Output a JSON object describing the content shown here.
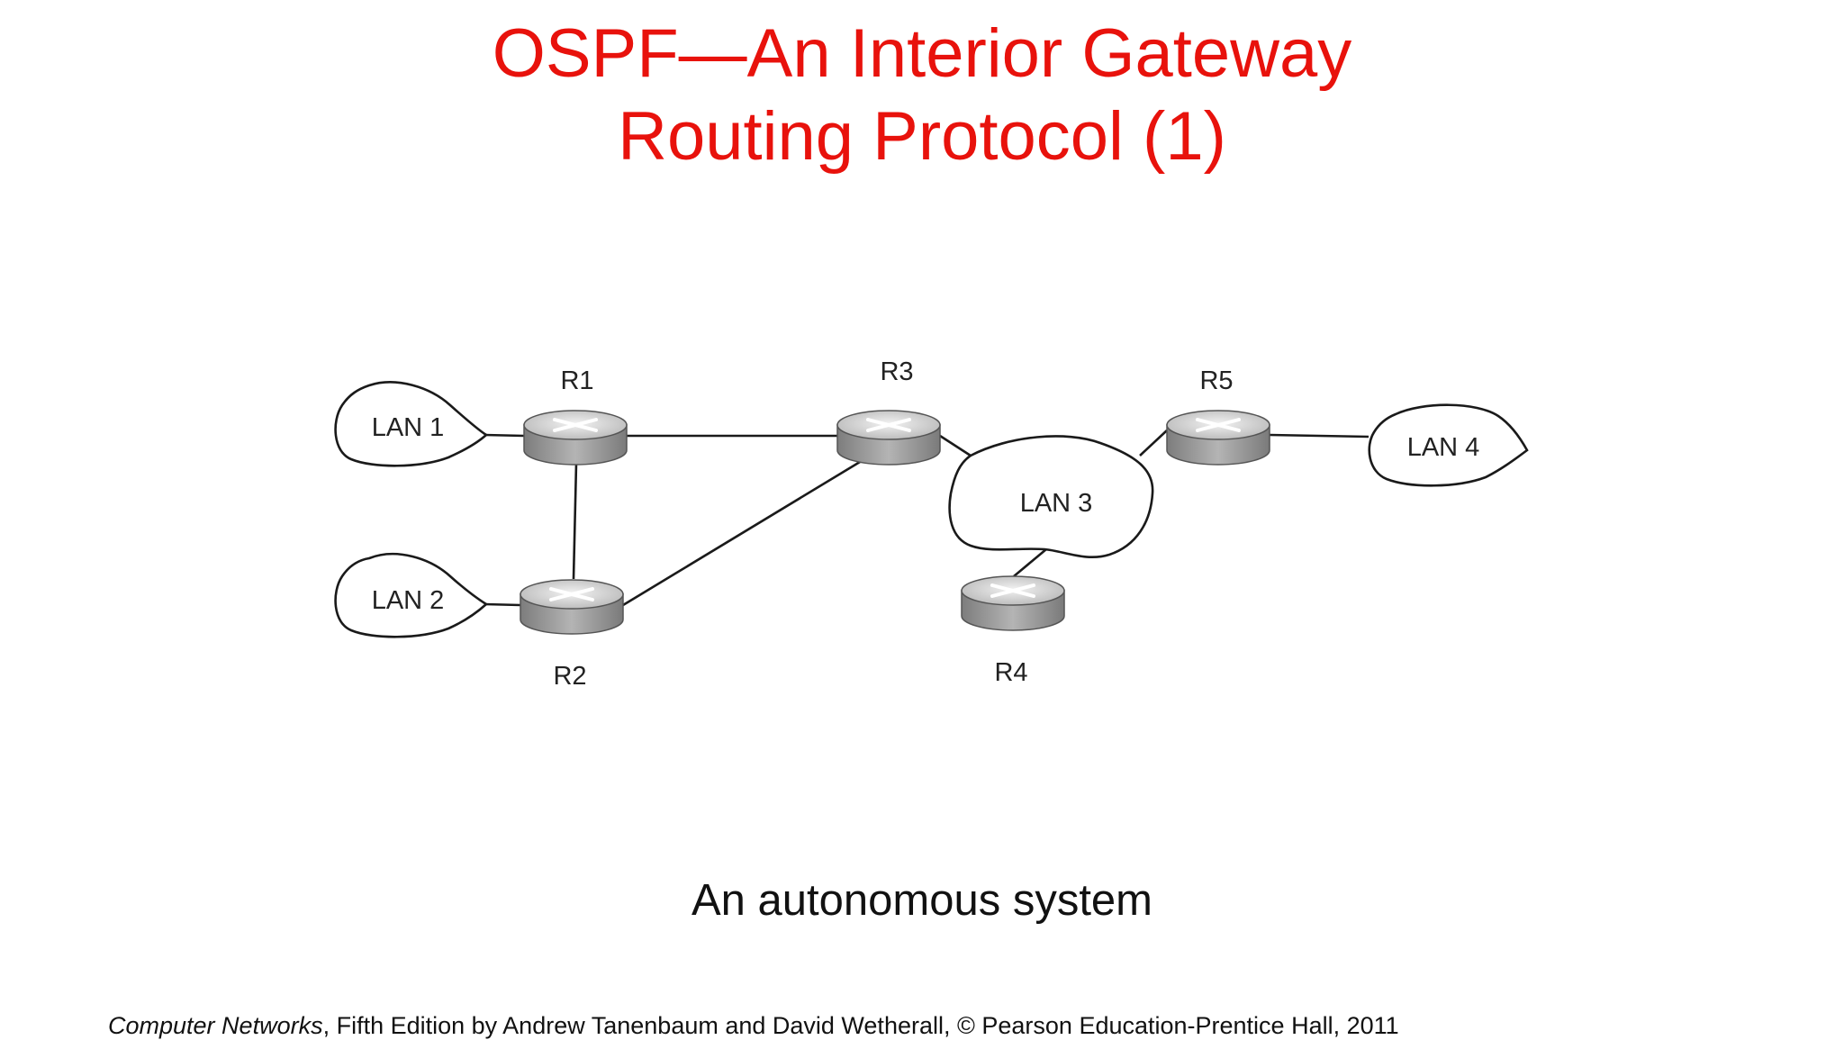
{
  "title": {
    "line1": "OSPF—An Interior Gateway",
    "line2": "Routing Protocol (1)"
  },
  "diagram": {
    "routers": [
      {
        "id": "R1",
        "label": "R1"
      },
      {
        "id": "R2",
        "label": "R2"
      },
      {
        "id": "R3",
        "label": "R3"
      },
      {
        "id": "R4",
        "label": "R4"
      },
      {
        "id": "R5",
        "label": "R5"
      }
    ],
    "lans": [
      {
        "id": "LAN1",
        "label": "LAN 1"
      },
      {
        "id": "LAN2",
        "label": "LAN 2"
      },
      {
        "id": "LAN3",
        "label": "LAN 3"
      },
      {
        "id": "LAN4",
        "label": "LAN 4"
      }
    ],
    "links": [
      [
        "LAN1",
        "R1"
      ],
      [
        "R1",
        "R3"
      ],
      [
        "R1",
        "R2"
      ],
      [
        "LAN2",
        "R2"
      ],
      [
        "R2",
        "R3"
      ],
      [
        "R3",
        "LAN3"
      ],
      [
        "LAN3",
        "R5"
      ],
      [
        "LAN3",
        "R4"
      ],
      [
        "R5",
        "LAN4"
      ]
    ],
    "colors": {
      "router_body": "#9a9a9a",
      "router_top": "#d4d4d4",
      "line": "#1a1a1a",
      "title": "#e8120c"
    }
  },
  "caption": "An autonomous system",
  "footer": {
    "book_title": "Computer Networks",
    "rest": ", Fifth Edition by Andrew Tanenbaum and David Wetherall, © Pearson Education-Prentice Hall, 2011"
  }
}
